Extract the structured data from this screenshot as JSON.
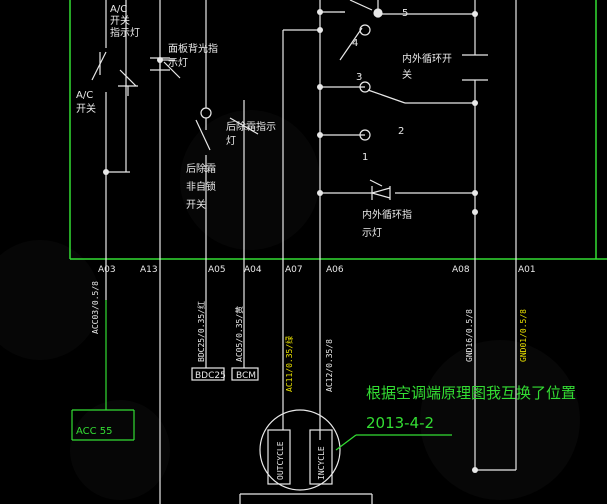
{
  "components": {
    "ac_indicator": [
      "A/C",
      "开关",
      "指示灯"
    ],
    "ac_switch": [
      "A/C",
      "开关"
    ],
    "panel_backlight": [
      "面板背光指",
      "示灯"
    ],
    "rear_defrost_indicator": [
      "后除霜指示",
      "灯"
    ],
    "rear_defrost_switch": [
      "后除霜",
      "非自锁",
      "开关"
    ],
    "recirc_switch": [
      "内外循环开",
      "关"
    ],
    "recirc_indicator": [
      "内外循环指",
      "示灯"
    ]
  },
  "positions": [
    "5",
    "4",
    "3",
    "2",
    "1"
  ],
  "pins": [
    "A03",
    "A13",
    "A05",
    "A04",
    "A07",
    "A06",
    "A08",
    "A01"
  ],
  "wires": {
    "acc03": "ACC03/0.5/8",
    "bdc25": "BDC25/0.35/红",
    "ac05": "AC05/0.35/黄",
    "ac11": "AC11/0.35/绿",
    "ac12": "AC12/0.35/8",
    "gnd16": "GND16/0.5/8",
    "gnd01": "GND01/0.5/8"
  },
  "connectors": {
    "bdc25": "BDC25",
    "bcm": "BCM",
    "acc": "ACC 55"
  },
  "motor": {
    "left": "OUTCYCLE",
    "right": "INCYCLE"
  },
  "annotation": {
    "text": "根据空调端原理图我互换了位置",
    "date": "2013-4-2"
  },
  "colors": {
    "green": "#33dd33",
    "white": "#e8e8e8",
    "yellow": "#e8e000"
  }
}
